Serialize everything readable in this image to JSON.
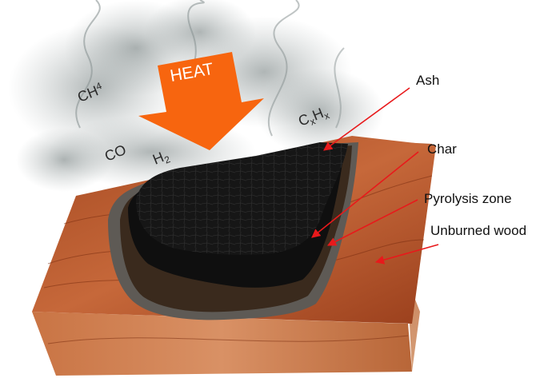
{
  "labels": {
    "ash": "Ash",
    "char": "Char",
    "pyrolysis": "Pyrolysis zone",
    "unburned": "Unburned wood"
  },
  "heat": "HEAT",
  "gases": {
    "ch4": {
      "base": "CH",
      "sub": "4"
    },
    "co": {
      "base": "CO"
    },
    "h2": {
      "base": "H",
      "sub": "2"
    },
    "cxhx": {
      "base1": "C",
      "sub1": "x",
      "base2": "H",
      "sub2": "x"
    }
  },
  "colors": {
    "arrow_label": "#e8191b",
    "heat_arrow": "#f7650f",
    "wood": "#b3542a",
    "char": "#111111",
    "pyrolysis": "#3a2a1d",
    "ash": "#5e5a55",
    "smoke": "#7b8585"
  }
}
